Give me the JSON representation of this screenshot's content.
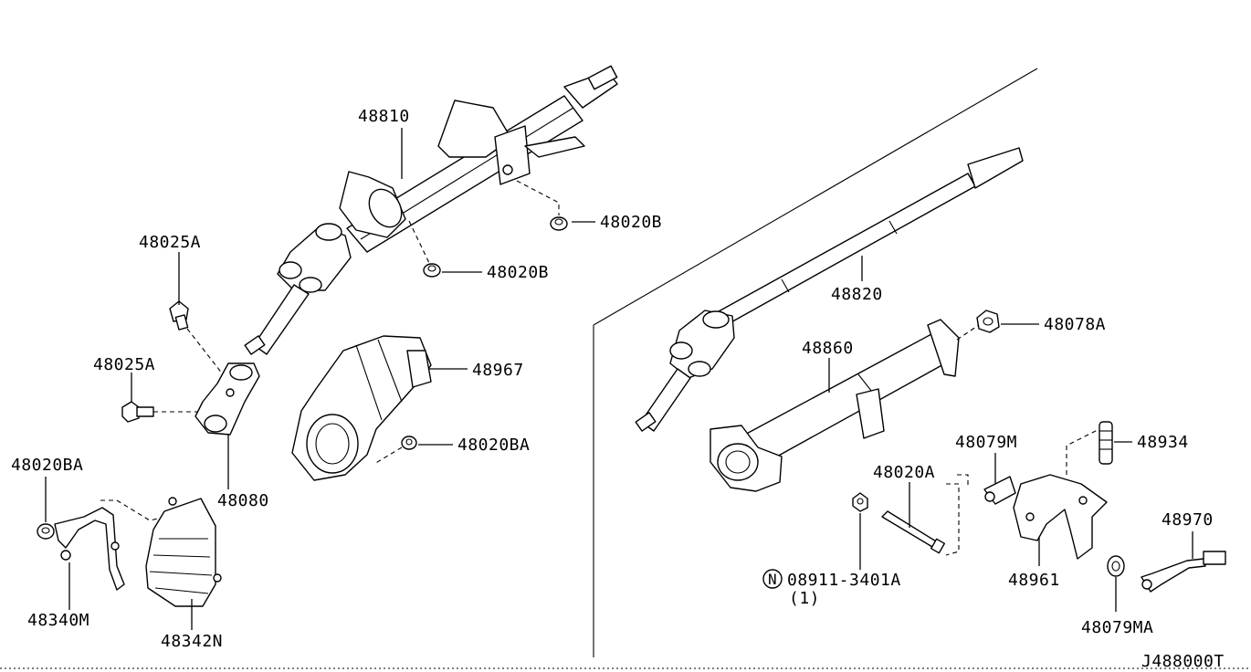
{
  "diagram_code": "J488000T",
  "callouts": [
    {
      "id": "48810",
      "text": "48810"
    },
    {
      "id": "48020B_upper",
      "text": "48020B"
    },
    {
      "id": "48020B_lower",
      "text": "48020B"
    },
    {
      "id": "48025A_upper",
      "text": "48025A"
    },
    {
      "id": "48025A_lower",
      "text": "48025A"
    },
    {
      "id": "48967",
      "text": "48967"
    },
    {
      "id": "48020BA_right",
      "text": "48020BA"
    },
    {
      "id": "48080",
      "text": "48080"
    },
    {
      "id": "48020BA_left",
      "text": "48020BA"
    },
    {
      "id": "48340M",
      "text": "48340M"
    },
    {
      "id": "48342N",
      "text": "48342N"
    },
    {
      "id": "48820",
      "text": "48820"
    },
    {
      "id": "48078A",
      "text": "48078A"
    },
    {
      "id": "48860",
      "text": "48860"
    },
    {
      "id": "48079M",
      "text": "48079M"
    },
    {
      "id": "48934",
      "text": "48934"
    },
    {
      "id": "48020A",
      "text": "48020A"
    },
    {
      "id": "08911-3401A",
      "text": "08911-3401A"
    },
    {
      "id": "N_marker",
      "text": "N"
    },
    {
      "id": "qty",
      "text": "(1)"
    },
    {
      "id": "48961",
      "text": "48961"
    },
    {
      "id": "48970",
      "text": "48970"
    },
    {
      "id": "48079MA",
      "text": "48079MA"
    }
  ]
}
